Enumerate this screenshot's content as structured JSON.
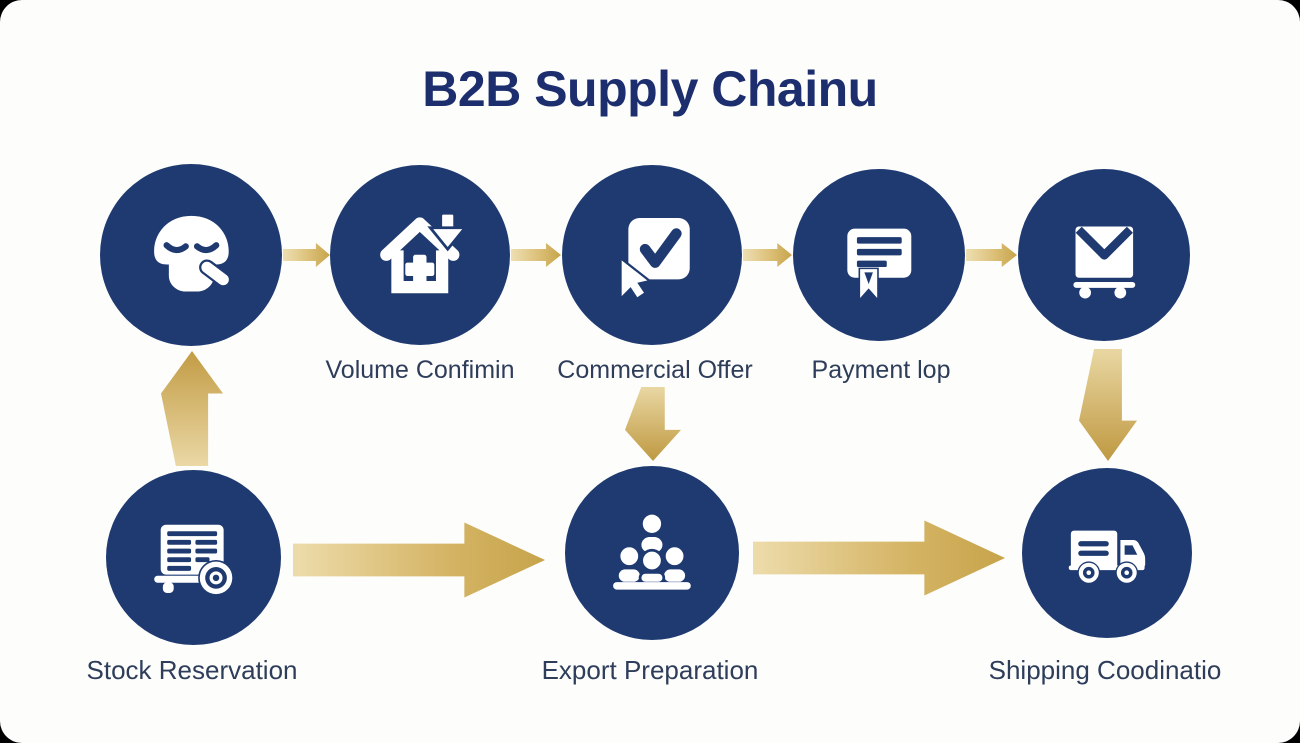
{
  "title": "B2B Supply Chainu",
  "colors": {
    "circle_navy": "#1e3a70",
    "title_navy": "#1c2e6d",
    "label_text": "#2e3d5a",
    "arrow_gold_light": "#ecdcae",
    "arrow_gold_dark": "#c7a44b",
    "background": "#fdfdfc"
  },
  "top_row": [
    {
      "icon": "product-search-icon"
    },
    {
      "icon": "warehouse-intake-icon",
      "label": "Volume Confimin"
    },
    {
      "icon": "checkbox-confirm-icon",
      "label": "Commercial Offer"
    },
    {
      "icon": "certificate-icon",
      "label": "Payment lop"
    },
    {
      "icon": "mail-shipment-icon"
    }
  ],
  "bottom_row": [
    {
      "icon": "inventory-list-icon",
      "label": "Stock Reservation"
    },
    {
      "icon": "team-icon",
      "label": "Export Preparation"
    },
    {
      "icon": "delivery-truck-icon",
      "label": "Shipping Coodinatio"
    }
  ]
}
